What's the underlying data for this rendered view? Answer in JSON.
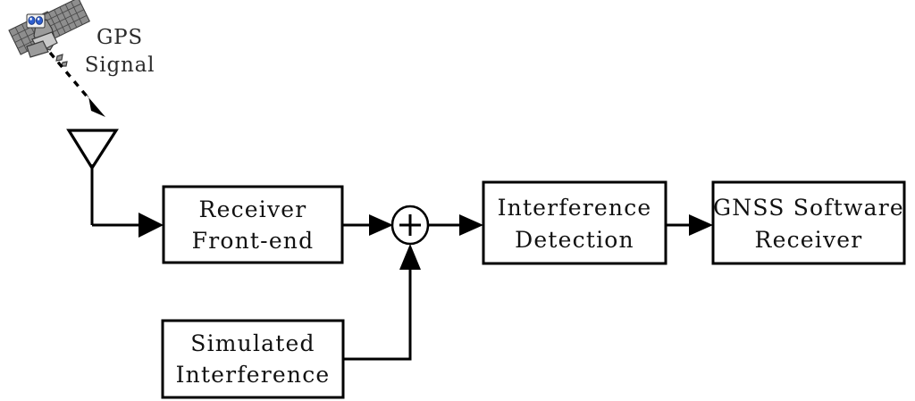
{
  "diagram": {
    "title": "GPS interference detection signal chain block diagram",
    "background_color": "#ffffff",
    "line_color": "#000000",
    "text_color": "#111111",
    "annotations": {
      "gps_signal_line1": "GPS",
      "gps_signal_line2": "Signal"
    },
    "summing_junction": {
      "symbol": "+",
      "name": "summing-junction"
    },
    "blocks": [
      {
        "id": "receiver-front-end",
        "line1": "Receiver",
        "line2": "Front-end"
      },
      {
        "id": "interference-detection",
        "line1": "Interference",
        "line2": "Detection"
      },
      {
        "id": "gnss-software-receiver",
        "line1": "GNSS Software",
        "line2": "Receiver"
      },
      {
        "id": "simulated-interference",
        "line1": "Simulated",
        "line2": "Interference"
      }
    ],
    "icons": {
      "satellite": "satellite-icon",
      "antenna": "antenna-icon"
    }
  }
}
